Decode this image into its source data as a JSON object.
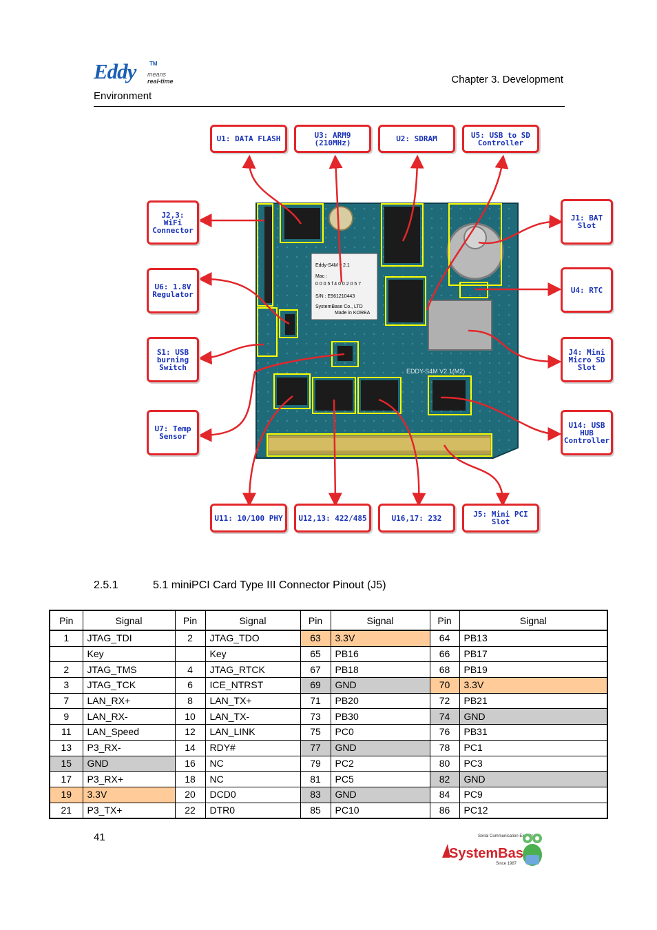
{
  "header": {
    "logo": {
      "name": "Eddy",
      "tm": "TM",
      "tagline_1": "means",
      "tagline_2": "real-time"
    },
    "chapter": "Chapter 3. Development",
    "environment": "Environment"
  },
  "figure": {
    "callouts": {
      "u1": "U1: DATA FLASH",
      "u3": "U3: ARM9\n(210MHz)",
      "u2": "U2: SDRAM",
      "u5": "U5: USB to SD\nController",
      "j23": "J2,3: WiFi\nConnector",
      "j1": "J1: BAT\nSlot",
      "u6": "U6: 1.8V\nRegulator",
      "u4": "U4: RTC",
      "s1": "S1: USB\nburning\nSwitch",
      "j4": "J4: Mini\nMicro SD\nSlot",
      "u7": "U7: Temp\nSensor",
      "u14": "U14: USB\nHUB\nController",
      "u11": "U11: 10/100 PHY",
      "u1213": "U12,13: 422/485",
      "u1617": "U16,17: 232",
      "j5": "J5: Mini PCI Slot"
    },
    "label_card": {
      "line1": "Eddy-S4M v 2.1",
      "line2": "Mac :",
      "line3": "0 0 0 5 f 4 0 0 2 0 5 7",
      "line4": "S/N : E961210443",
      "line5": "SystemBase Co., LTD",
      "line6": "Made in KOREA"
    },
    "board_text": "EDDY-S4M V2.1(M2)"
  },
  "section": {
    "number": "2.5.1",
    "title": "5.1 miniPCI Card Type III Connector Pinout (J5)"
  },
  "table": {
    "headers": [
      "Pin",
      "Signal",
      "Pin",
      "Signal",
      "Pin",
      "Signal",
      "Pin",
      "Signal"
    ],
    "rows": [
      [
        [
          "1",
          ""
        ],
        [
          "JTAG_TDI",
          ""
        ],
        [
          "2",
          ""
        ],
        [
          "JTAG_TDO",
          ""
        ],
        [
          "63",
          "pwr"
        ],
        [
          "3.3V",
          "pwr"
        ],
        [
          "64",
          ""
        ],
        [
          "PB13",
          ""
        ]
      ],
      [
        [
          "",
          ""
        ],
        [
          "Key",
          ""
        ],
        [
          "",
          ""
        ],
        [
          "Key",
          ""
        ],
        [
          "65",
          ""
        ],
        [
          "PB16",
          ""
        ],
        [
          "66",
          ""
        ],
        [
          "PB17",
          ""
        ]
      ],
      [
        [
          "2",
          ""
        ],
        [
          "JTAG_TMS",
          ""
        ],
        [
          "4",
          ""
        ],
        [
          "JTAG_RTCK",
          ""
        ],
        [
          "67",
          ""
        ],
        [
          "PB18",
          ""
        ],
        [
          "68",
          ""
        ],
        [
          "PB19",
          ""
        ]
      ],
      [
        [
          "3",
          ""
        ],
        [
          "JTAG_TCK",
          ""
        ],
        [
          "6",
          ""
        ],
        [
          "ICE_NTRST",
          ""
        ],
        [
          "69",
          "gnd"
        ],
        [
          "GND",
          "gnd"
        ],
        [
          "70",
          "pwr"
        ],
        [
          "3.3V",
          "pwr"
        ]
      ],
      [
        [
          "7",
          ""
        ],
        [
          "LAN_RX+",
          ""
        ],
        [
          "8",
          ""
        ],
        [
          "LAN_TX+",
          ""
        ],
        [
          "71",
          ""
        ],
        [
          "PB20",
          ""
        ],
        [
          "72",
          ""
        ],
        [
          "PB21",
          ""
        ]
      ],
      [
        [
          "9",
          ""
        ],
        [
          "LAN_RX-",
          ""
        ],
        [
          "10",
          ""
        ],
        [
          "LAN_TX-",
          ""
        ],
        [
          "73",
          ""
        ],
        [
          "PB30",
          ""
        ],
        [
          "74",
          "gnd"
        ],
        [
          "GND",
          "gnd"
        ]
      ],
      [
        [
          "11",
          ""
        ],
        [
          "LAN_Speed",
          ""
        ],
        [
          "12",
          ""
        ],
        [
          "LAN_LINK",
          ""
        ],
        [
          "75",
          ""
        ],
        [
          "PC0",
          ""
        ],
        [
          "76",
          ""
        ],
        [
          "PB31",
          ""
        ]
      ],
      [
        [
          "13",
          ""
        ],
        [
          "P3_RX-",
          ""
        ],
        [
          "14",
          ""
        ],
        [
          "RDY#",
          ""
        ],
        [
          "77",
          "gnd"
        ],
        [
          "GND",
          "gnd"
        ],
        [
          "78",
          ""
        ],
        [
          "PC1",
          ""
        ]
      ],
      [
        [
          "15",
          "gnd"
        ],
        [
          "GND",
          "gnd"
        ],
        [
          "16",
          ""
        ],
        [
          "NC",
          ""
        ],
        [
          "79",
          ""
        ],
        [
          "PC2",
          ""
        ],
        [
          "80",
          ""
        ],
        [
          "PC3",
          ""
        ]
      ],
      [
        [
          "17",
          ""
        ],
        [
          "P3_RX+",
          ""
        ],
        [
          "18",
          ""
        ],
        [
          "NC",
          ""
        ],
        [
          "81",
          ""
        ],
        [
          "PC5",
          ""
        ],
        [
          "82",
          "gnd"
        ],
        [
          "GND",
          "gnd"
        ]
      ],
      [
        [
          "19",
          "pwr"
        ],
        [
          "3.3V",
          "pwr"
        ],
        [
          "20",
          ""
        ],
        [
          "DCD0",
          ""
        ],
        [
          "83",
          "gnd"
        ],
        [
          "GND",
          "gnd"
        ],
        [
          "84",
          ""
        ],
        [
          "PC9",
          ""
        ]
      ],
      [
        [
          "21",
          ""
        ],
        [
          "P3_TX+",
          ""
        ],
        [
          "22",
          ""
        ],
        [
          "DTR0",
          ""
        ],
        [
          "85",
          ""
        ],
        [
          "PC10",
          ""
        ],
        [
          "86",
          ""
        ],
        [
          "PC12",
          ""
        ]
      ]
    ]
  },
  "footer": {
    "page_number": "41",
    "company": "SystemBase",
    "company_tagline": "Serial Communication Experts",
    "since": "Since 1987"
  },
  "colors": {
    "power": "#ffcc99",
    "ground": "#cccccc",
    "callout_border": "#e2262a",
    "callout_text": "#1a33b8",
    "board": "#1f6b7a",
    "highlight": "#ffff00"
  }
}
